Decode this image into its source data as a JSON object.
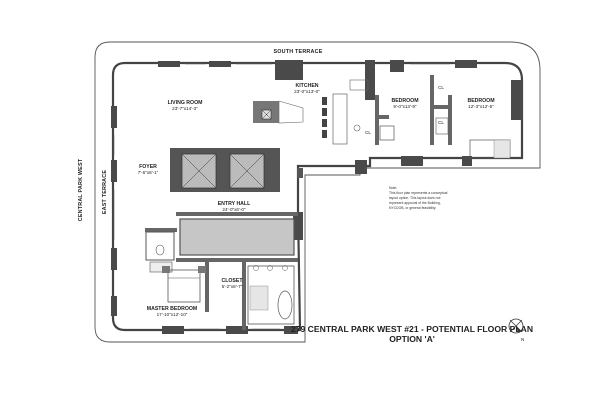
{
  "streets": {
    "south_terrace": "SOUTH TERRACE",
    "central_park_west": "CENTRAL PARK WEST",
    "east_terrace": "EAST TERRACE"
  },
  "rooms": {
    "living_room": {
      "name": "LIVING ROOM",
      "dims": "23'-7\"x14'-3\""
    },
    "kitchen": {
      "name": "KITCHEN",
      "dims": "23'-0\"x13'-0\""
    },
    "bedroom_1": {
      "name": "BEDROOM",
      "dims": "9'-0\"x13'-9\""
    },
    "bedroom_2": {
      "name": "BEDROOM",
      "dims": "12'-3\"x12'-5\""
    },
    "foyer": {
      "name": "FOYER",
      "dims": "7'-6\"x8'-1\""
    },
    "entry_hall": {
      "name": "ENTRY HALL",
      "dims": "24'-0\"x6'-0\""
    },
    "closet": {
      "name": "CLOSET",
      "dims": "5'-2\"x8'-7\""
    },
    "master_bedroom": {
      "name": "MASTER BEDROOM",
      "dims": "17'-10\"x12'-10\""
    }
  },
  "closet_labels": [
    "CL",
    "CL",
    "CL"
  ],
  "note": {
    "heading": "Note:",
    "lines": [
      "This floor plan represents a conceptual",
      "layout option. This layout does not",
      "represent approval of the Building,",
      "NYCDOB, or general feasibility."
    ]
  },
  "title": {
    "line1": "279 CENTRAL PARK WEST #21 - POTENTIAL FLOOR PLAN",
    "line2": "OPTION 'A'"
  },
  "compass": {
    "label": "N"
  }
}
